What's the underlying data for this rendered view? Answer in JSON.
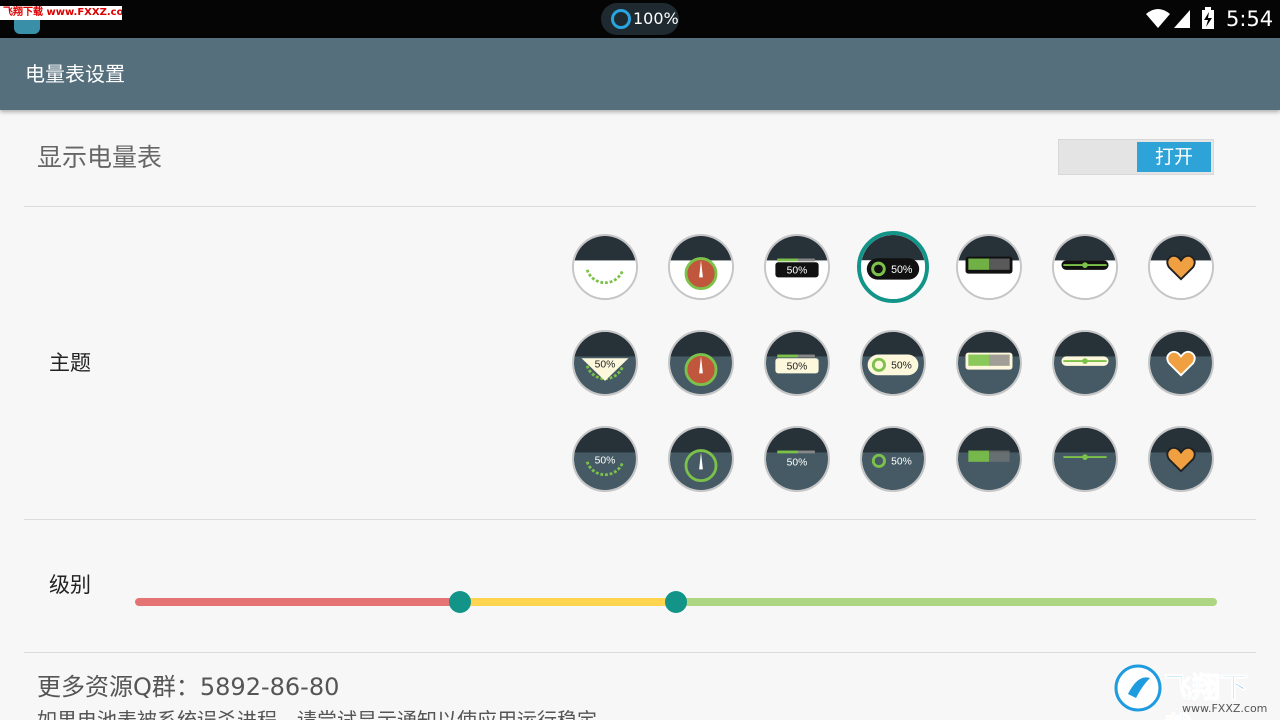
{
  "status_bar": {
    "watermark": "飞翔下载 www.FXXZ.com",
    "battery_percent": "100%",
    "time": "5:54",
    "icons": [
      "app-icon",
      "wifi-icon",
      "signal-icon",
      "battery-charging-icon"
    ]
  },
  "app_bar": {
    "title": "电量表设置"
  },
  "show_meter": {
    "label": "显示电量表",
    "toggle_label": "打开",
    "enabled": true
  },
  "theme": {
    "label": "主题",
    "selected": {
      "row": 0,
      "col": 3
    },
    "label_text": "50%",
    "rows": [
      {
        "style": "light-top",
        "colors": {
          "top": "#263238",
          "bottom": "#ffffff"
        }
      },
      {
        "style": "cream",
        "colors": {
          "top": "#263238",
          "bottom": "#455a64"
        }
      },
      {
        "style": "dark",
        "colors": {
          "top": "#263238",
          "bottom": "#455a64"
        }
      }
    ],
    "styles": [
      "arc-gauge",
      "speedometer",
      "bar-meter",
      "ring-pill",
      "dot-grid",
      "line-slider",
      "heart"
    ]
  },
  "level": {
    "label": "级别",
    "low_threshold": 0.3,
    "high_threshold": 0.5,
    "colors": {
      "low": "#e57373",
      "mid": "#ffd54f",
      "high": "#aed581",
      "thumb": "#129588"
    }
  },
  "more": {
    "title": "更多资源Q群：5892-86-80",
    "subtitle": "如果电池表被系统误杀进程，请尝试显示通知以使应用运行稳定"
  },
  "watermark_br": {
    "text": "飞翔下载",
    "url": "www.FXXZ.com"
  }
}
